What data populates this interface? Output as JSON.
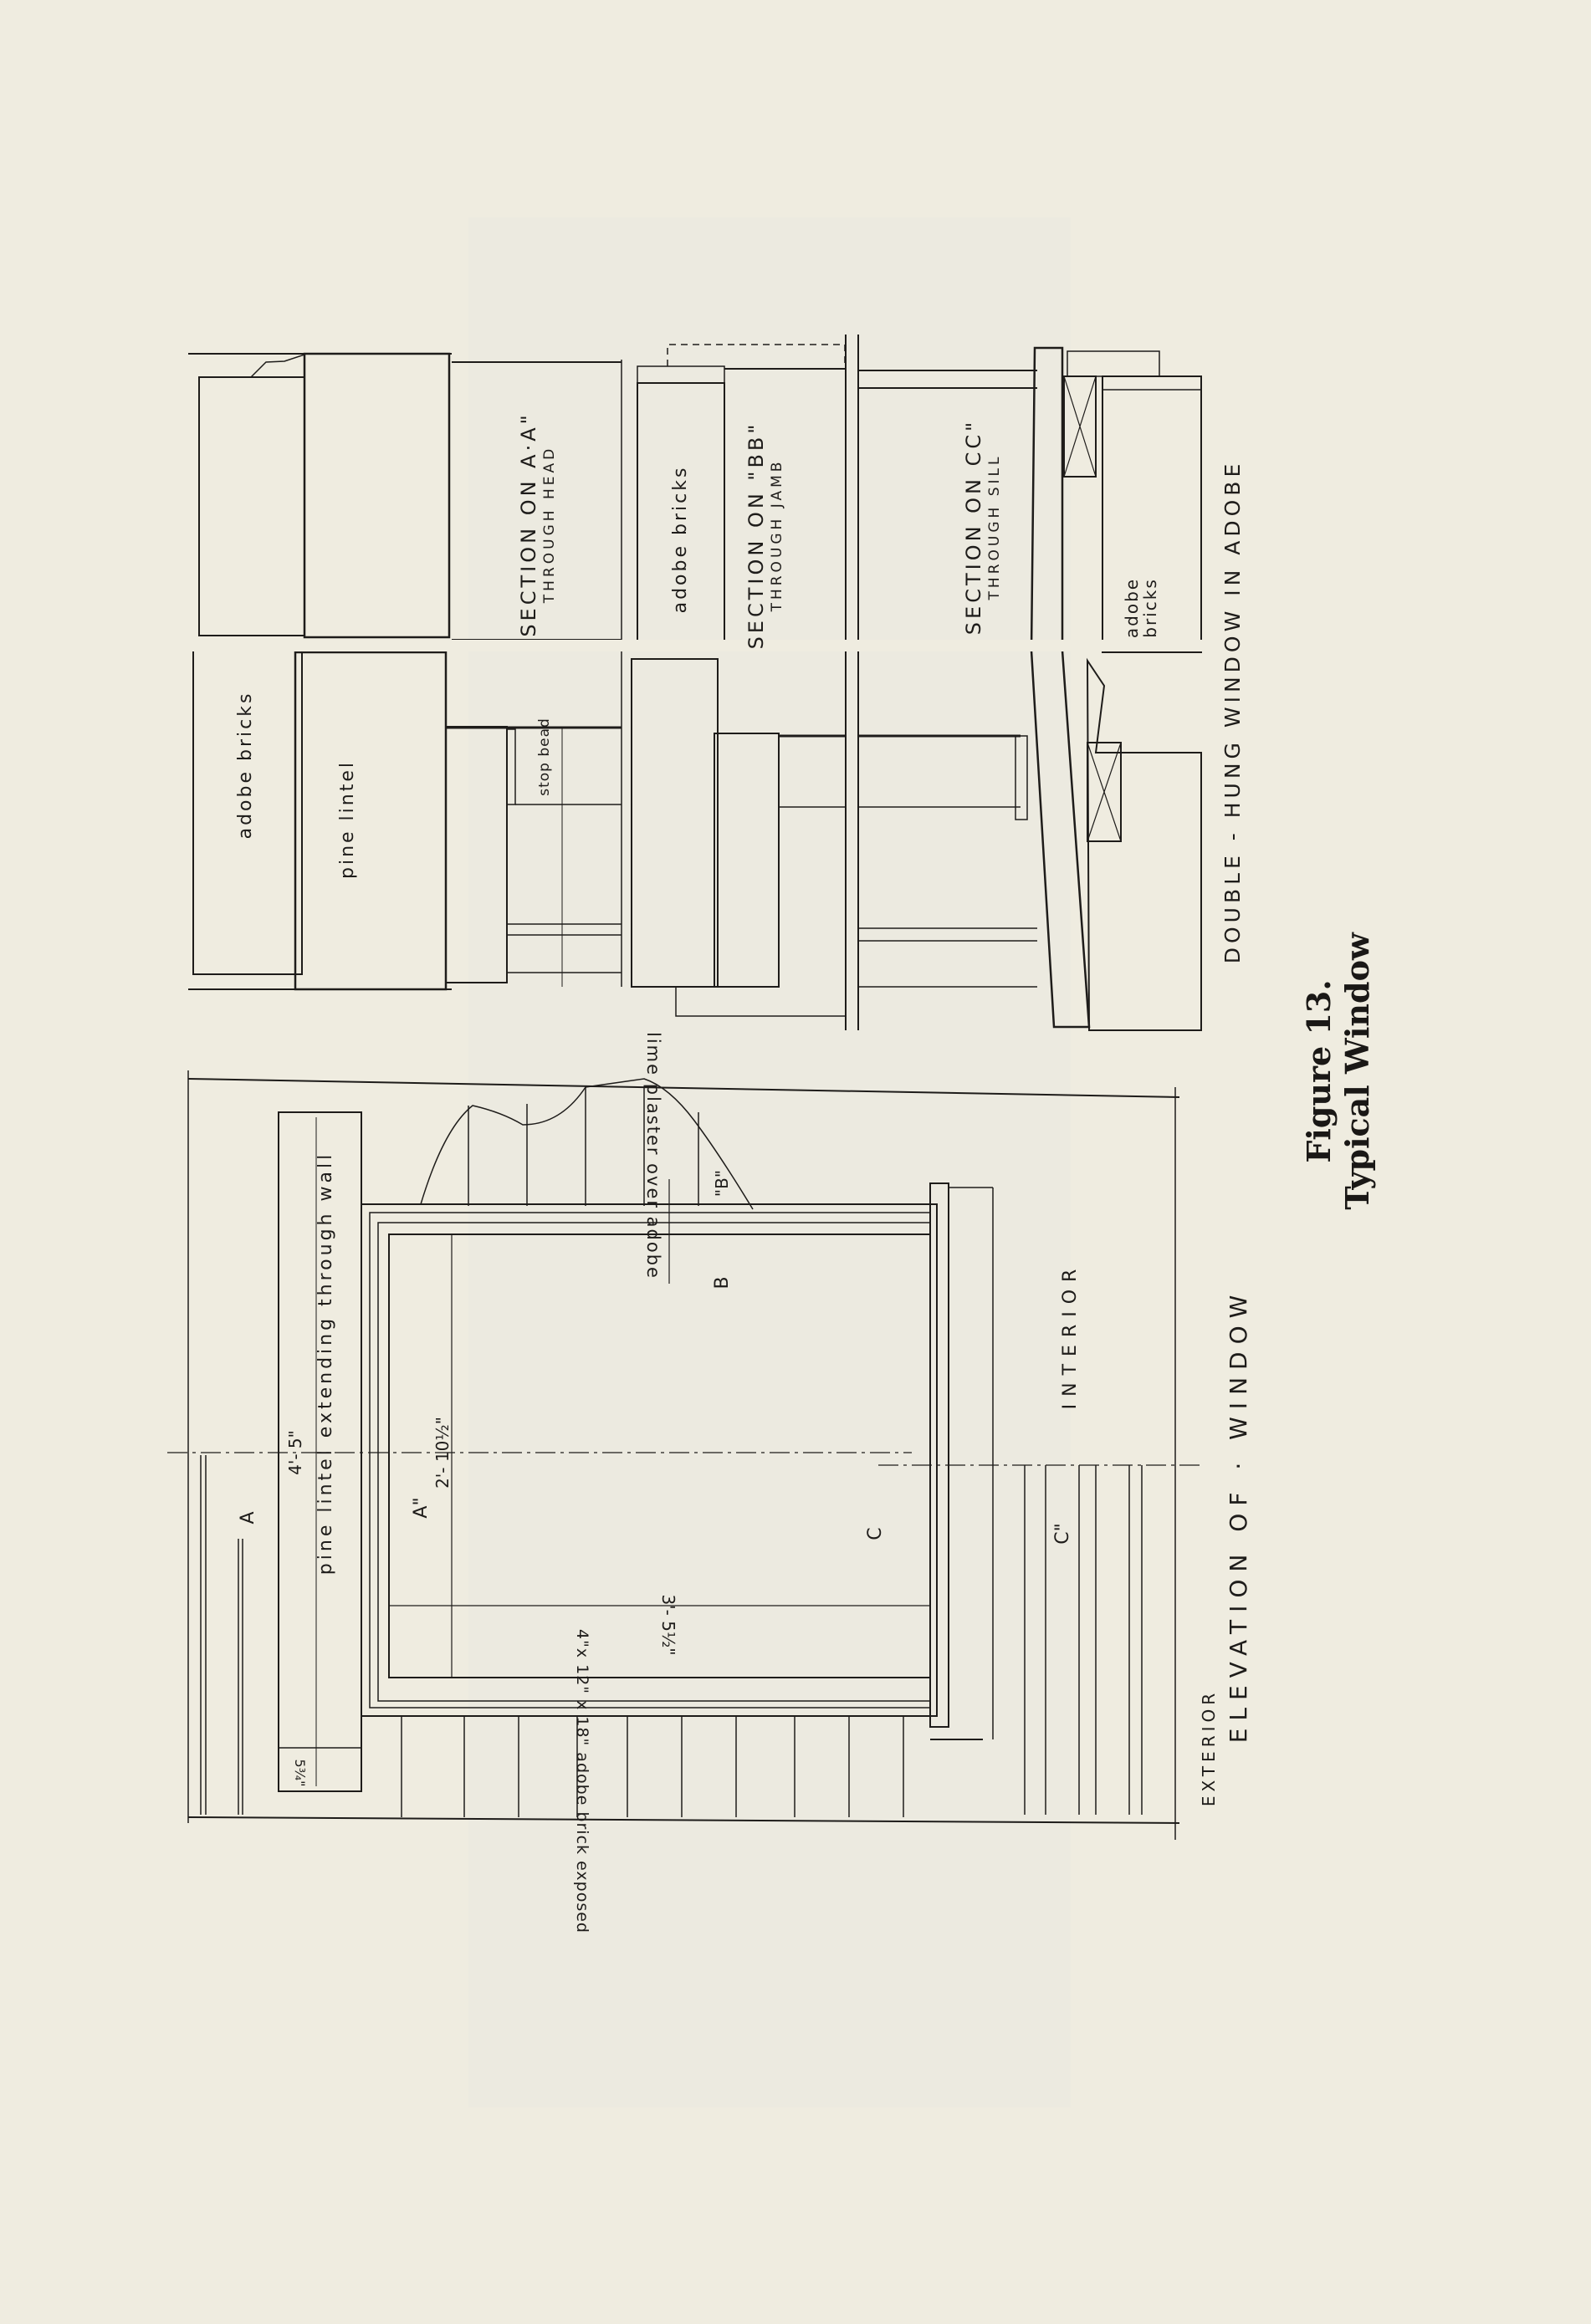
{
  "figure": {
    "number": "Figure 13.",
    "title": "Typical Window"
  },
  "sections": {
    "heading": "DOUBLE - HUNG   WINDOW   IN   ADOBE",
    "head": {
      "title": "SECTION  ON  A·A\"",
      "subtitle": "THROUGH   HEAD"
    },
    "jamb": {
      "title": "SECTION ON \"BB\"",
      "subtitle": "THROUGH   JAMB"
    },
    "sill": {
      "title": "SECTION  ON  CC\"",
      "subtitle": "THROUGH   SILL"
    },
    "labels": {
      "adobe_bricks_head": "adobe bricks",
      "pine_lintel": "pine lintel",
      "stop_bead": "stop bead",
      "adobe_bricks_jamb": "adobe bricks",
      "adobe_bricks_sill_1": "adobe",
      "adobe_bricks_sill_2": "bricks"
    }
  },
  "elevation": {
    "heading_1": "EXTERIOR",
    "heading_2": "ELEVATION   OF · WINDOW",
    "interior": "INTERIOR",
    "lintel_note": "pine  lintel  extending  through  wall",
    "lintel_length": "4'- 5\"",
    "lintel_depth": "5¾\"",
    "opening_height": "2'- 10½\"",
    "opening_width": "3'- 5½\"",
    "plaster_note": "lime plaster over adobe",
    "brick_note": "4\"x 12\" x 18\" adobe brick exposed",
    "cut_a": "A",
    "cut_a2": "A\"",
    "cut_b": "B",
    "cut_b2": "\"B\"",
    "cut_c": "C",
    "cut_c2": "C\""
  },
  "colors": {
    "paper": "#efece0",
    "ink": "#1e1c1a",
    "stucco": "#d8d4c4"
  }
}
